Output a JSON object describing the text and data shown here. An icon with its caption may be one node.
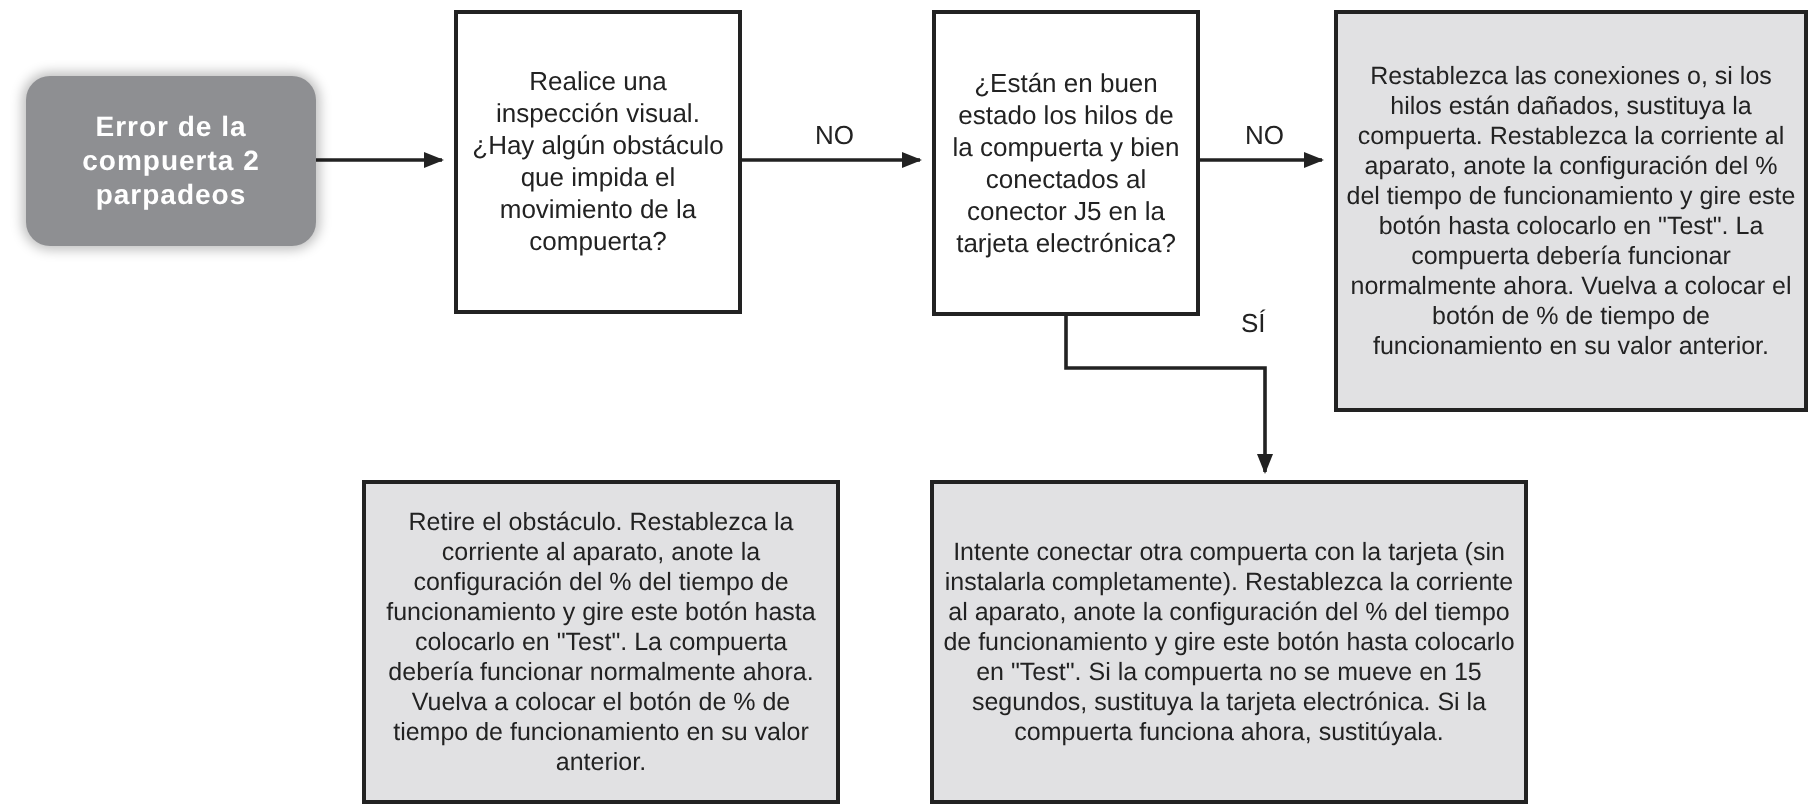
{
  "diagram": {
    "nodes": [
      {
        "text": [
          "Error de la compuerta 2 parpadeos"
        ]
      },
      {
        "text": [
          "Realice una inspección visual. ¿Hay algún obstáculo que impida el movimiento de la compuerta?"
        ]
      },
      {
        "text": [
          "¿Están en buen estado los hilos de la compuerta y bien conectados al conector J5 en la tarjeta electrónica?"
        ]
      },
      {
        "text": [
          "Restablezca las conexiones o, si los hilos están dañados, sustituya la compuerta. Restablezca la corriente al aparato, anote la configuración del % del tiempo de funcionamiento y gire este botón hasta colocarlo en \"Test\". La compuerta debería funcionar normalmente ahora. Vuelva a colocar el botón de % de tiempo de funcionamiento en su valor anterior."
        ]
      },
      {
        "text": [
          "Retire el obstáculo. Restablezca la corriente al aparato, anote la configuración del % del tiempo de funcionamiento y gire este botón hasta colocarlo en \"Test\". La compuerta debería funcionar normalmente ahora. Vuelva a colocar el botón de % de tiempo de funcionamiento en su valor anterior."
        ]
      },
      {
        "text": [
          "Intente conectar otra compuerta con la tarjeta (sin instalarla completamente). Restablezca la corriente al aparato, anote la configuración del % del tiempo de funcionamiento y gire este botón hasta colocarlo en \"Test\". Si la compuerta no se mueve en 15 segundos, sustituya la tarjeta electrónica. Si la compuerta funciona ahora, sustitúyala."
        ]
      }
    ],
    "edges": [
      {
        "from": 0,
        "to": 1,
        "arrow": "to"
      },
      {
        "from": 1,
        "to": 2,
        "arrow": "to",
        "label": "NO"
      },
      {
        "from": 2,
        "to": 3,
        "arrow": "to",
        "label": "NO"
      },
      {
        "from": 2,
        "to": 5,
        "arrow": "to",
        "label": "SÍ"
      }
    ]
  }
}
